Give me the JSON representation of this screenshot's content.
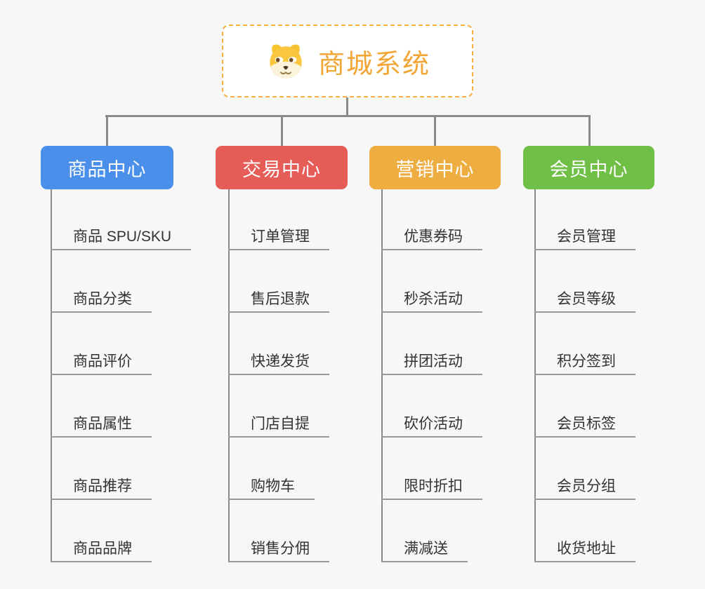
{
  "canvas": {
    "background_color": "#f7f7f8",
    "connector_color": "#8a8a8a",
    "underline_color": "#999999"
  },
  "root": {
    "title": "商城系统",
    "text_color": "#f2a637",
    "border_color": "#f5b041",
    "icon": "dog-face-icon"
  },
  "branches": [
    {
      "id": "product-center",
      "label": "商品中心",
      "color": "#4a8fe9",
      "items": [
        "商品 SPU/SKU",
        "商品分类",
        "商品评价",
        "商品属性",
        "商品推荐",
        "商品品牌"
      ]
    },
    {
      "id": "trade-center",
      "label": "交易中心",
      "color": "#e65d57",
      "items": [
        "订单管理",
        "售后退款",
        "快递发货",
        "门店自提",
        "购物车",
        "销售分佣"
      ]
    },
    {
      "id": "marketing-center",
      "label": "营销中心",
      "color": "#eead40",
      "items": [
        "优惠券码",
        "秒杀活动",
        "拼团活动",
        "砍价活动",
        "限时折扣",
        "满减送"
      ]
    },
    {
      "id": "member-center",
      "label": "会员中心",
      "color": "#70bf46",
      "items": [
        "会员管理",
        "会员等级",
        "积分签到",
        "会员标签",
        "会员分组",
        "收货地址"
      ]
    }
  ]
}
